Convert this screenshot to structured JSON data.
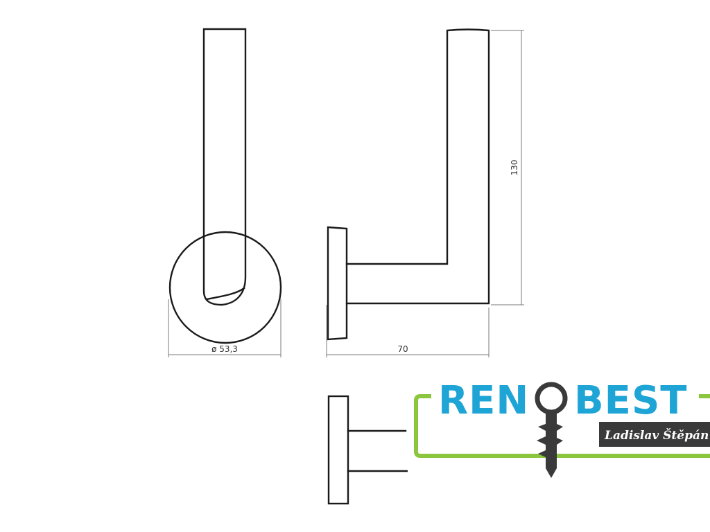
{
  "dimensions": {
    "rose_diameter": "ø 53,3",
    "projection": "70",
    "height": "130"
  },
  "logo": {
    "word_left": "REN",
    "word_right": "BEST",
    "owner": "Ladislav Štěpán",
    "key_icon": "key-icon",
    "colors": {
      "text": "#1ea5d6",
      "frame": "#8cc63f",
      "key": "#3a3a3a",
      "name_bg": "#3a3a3a"
    }
  }
}
